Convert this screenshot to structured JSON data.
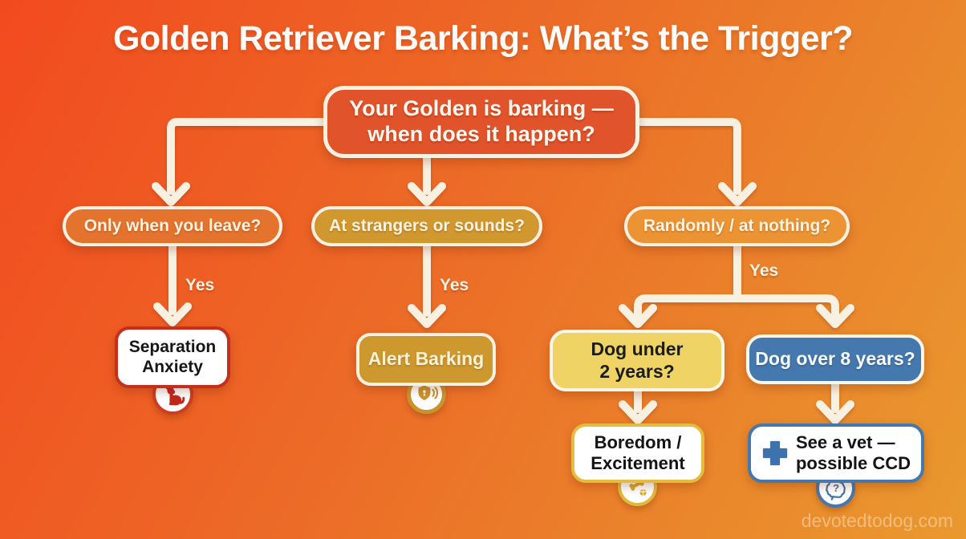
{
  "title": "Golden Retriever Barking: What’s the Trigger?",
  "watermark": "devotedtodog.com",
  "flow": {
    "root": {
      "line1": "Your Golden is barking —",
      "line2": "when does it happen?"
    },
    "questions": [
      {
        "id": "leave",
        "label": "Only when you leave?",
        "answer_label": "Yes"
      },
      {
        "id": "strangers",
        "label": "At strangers or sounds?",
        "answer_label": "Yes"
      },
      {
        "id": "random",
        "label": "Randomly / at nothing?",
        "answer_label": "Yes"
      }
    ],
    "sub_questions": [
      {
        "id": "under2",
        "line1": "Dog under",
        "line2": "2 years?"
      },
      {
        "id": "over8",
        "label": "Dog over 8 years?"
      }
    ],
    "outcomes": [
      {
        "id": "separation",
        "line1": "Separation",
        "line2": "Anxiety",
        "icon": "barking-dog-icon"
      },
      {
        "id": "alert",
        "label": "Alert Barking",
        "icon": "shield-sound-icon"
      },
      {
        "id": "boredom",
        "line1": "Boredom /",
        "line2": "Excitement",
        "icon": "bone-ball-icon"
      },
      {
        "id": "vet",
        "line1": "See a vet —",
        "line2": "possible CCD",
        "icon": "brain-question-icon",
        "inline_icon": "medical-cross-icon"
      }
    ]
  },
  "colors": {
    "background_start": "#f24a1f",
    "background_end": "#e9992f",
    "root_fill": "#e1532b",
    "question_leave_fill": "#e4732e",
    "question_strangers_fill": "#d0982f",
    "question_random_fill": "#ec9434",
    "under2_fill": "#efd465",
    "over8_fill": "#4579ae",
    "alert_fill": "#cd982e",
    "separation_border": "#c5301e",
    "boredom_border": "#e5bb40",
    "vet_border": "#4578ac",
    "connector": "#f8f1e2"
  }
}
